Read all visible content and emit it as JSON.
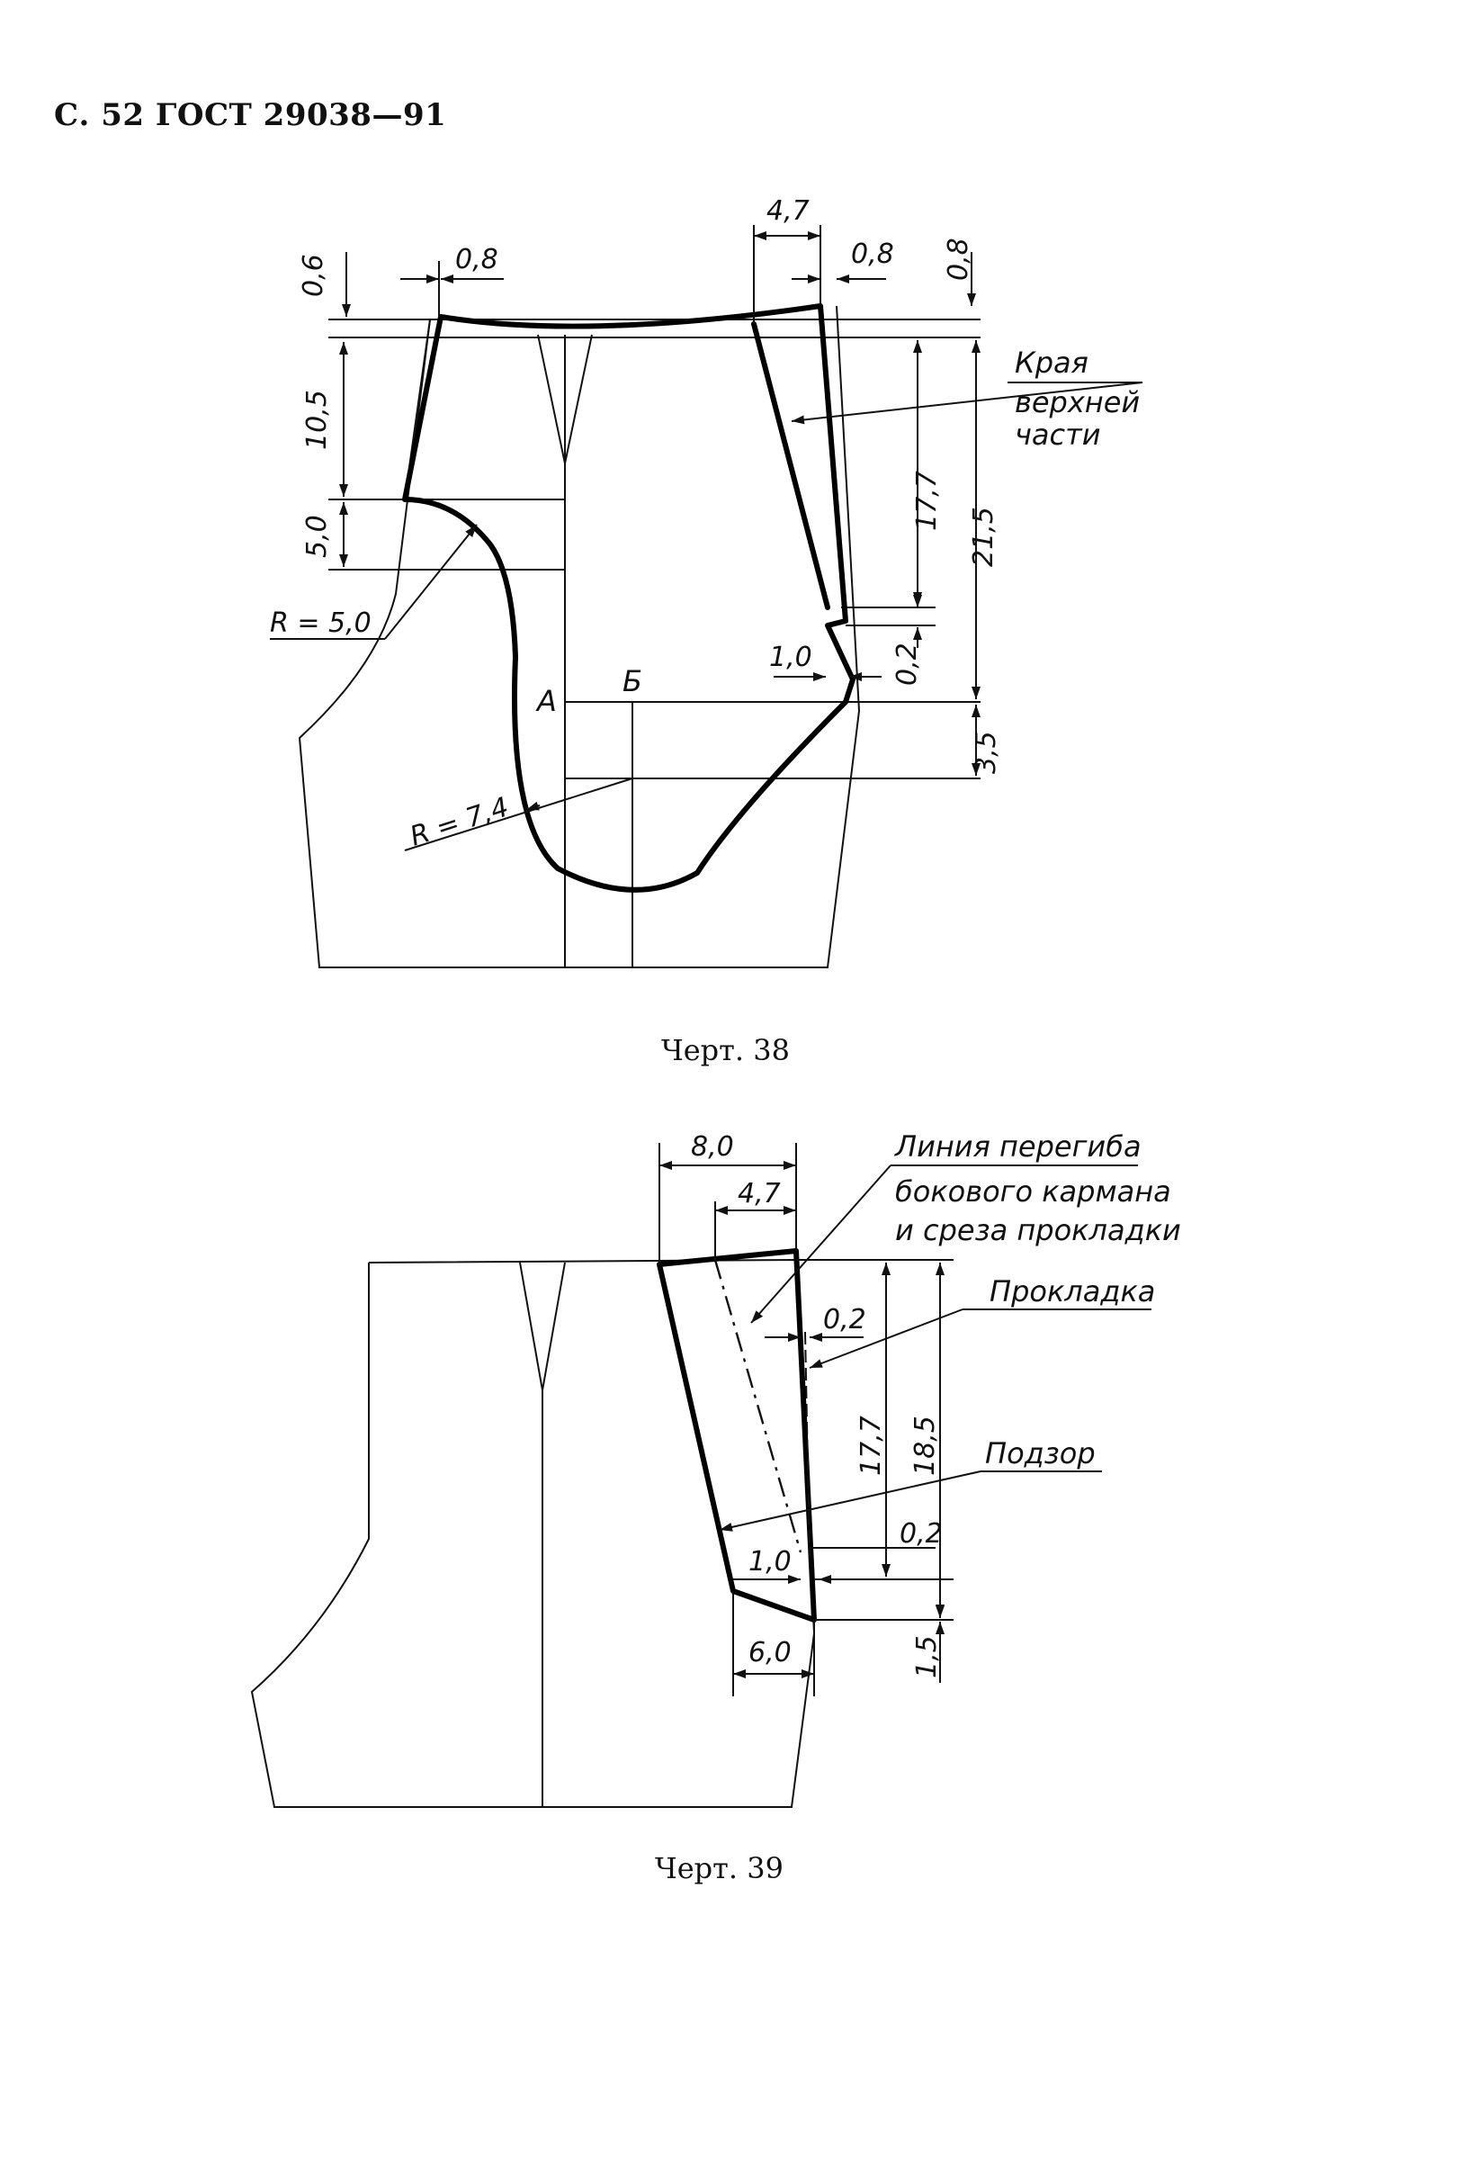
{
  "header": "С. 52 ГОСТ 29038—91",
  "fig38": {
    "caption": "Черт. 38",
    "dims": {
      "d0_6": "0,6",
      "d0_8a": "0,8",
      "d4_7": "4,7",
      "d0_8b": "0,8",
      "d0_8c": "0,8",
      "d10_5": "10,5",
      "d5_0": "5,0",
      "d17_7": "17,7",
      "d21_5": "21,5",
      "d0_2": "0,2",
      "d1_0": "1,0",
      "d3_5": "3,5"
    },
    "radius1": "R = 5,0",
    "radius2": "R = 7,4",
    "point_a": "А",
    "point_b": "Б",
    "note": [
      "Края",
      "верхней",
      "части"
    ]
  },
  "fig39": {
    "caption": "Черт. 39",
    "dims": {
      "d8_0": "8,0",
      "d4_7": "4,7",
      "d0_2a": "0,2",
      "d17_7": "17,7",
      "d18_5": "18,5",
      "d0_2b": "0,2",
      "d1_0": "1,0",
      "d6_0": "6,0",
      "d1_5": "1,5"
    },
    "fold_line": [
      "Линия перегиба",
      "бокового кармана",
      "и среза прокладки"
    ],
    "interlining": "Прокладка",
    "allowance": "Подзор"
  }
}
